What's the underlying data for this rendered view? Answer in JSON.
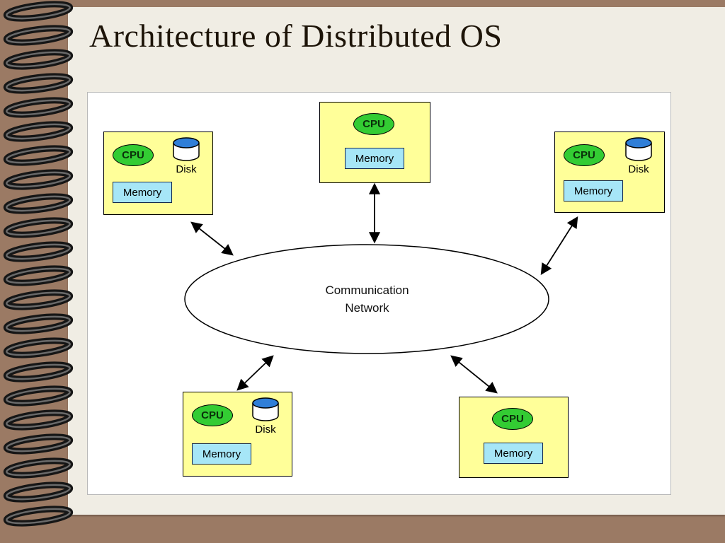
{
  "slide": {
    "title": "Architecture of Distributed OS"
  },
  "diagram": {
    "network": {
      "line1": "Communication",
      "line2": "Network"
    },
    "nodes": [
      {
        "id": "top-left",
        "cpu": "CPU",
        "disk": "Disk",
        "memory": "Memory",
        "has_disk": true
      },
      {
        "id": "top-center",
        "cpu": "CPU",
        "memory": "Memory",
        "has_disk": false
      },
      {
        "id": "top-right",
        "cpu": "CPU",
        "disk": "Disk",
        "memory": "Memory",
        "has_disk": true
      },
      {
        "id": "bottom-left",
        "cpu": "CPU",
        "disk": "Disk",
        "memory": "Memory",
        "has_disk": true
      },
      {
        "id": "bottom-right",
        "cpu": "CPU",
        "memory": "Memory",
        "has_disk": false
      }
    ]
  },
  "colors": {
    "background": "#9b7a64",
    "slide": "#f0ede4",
    "title_color": "#1d1408",
    "node_fill": "#ffff99",
    "cpu_fill": "#33cc33",
    "memory_fill": "#a6e6f7",
    "disk_top": "#2f7ed8"
  }
}
